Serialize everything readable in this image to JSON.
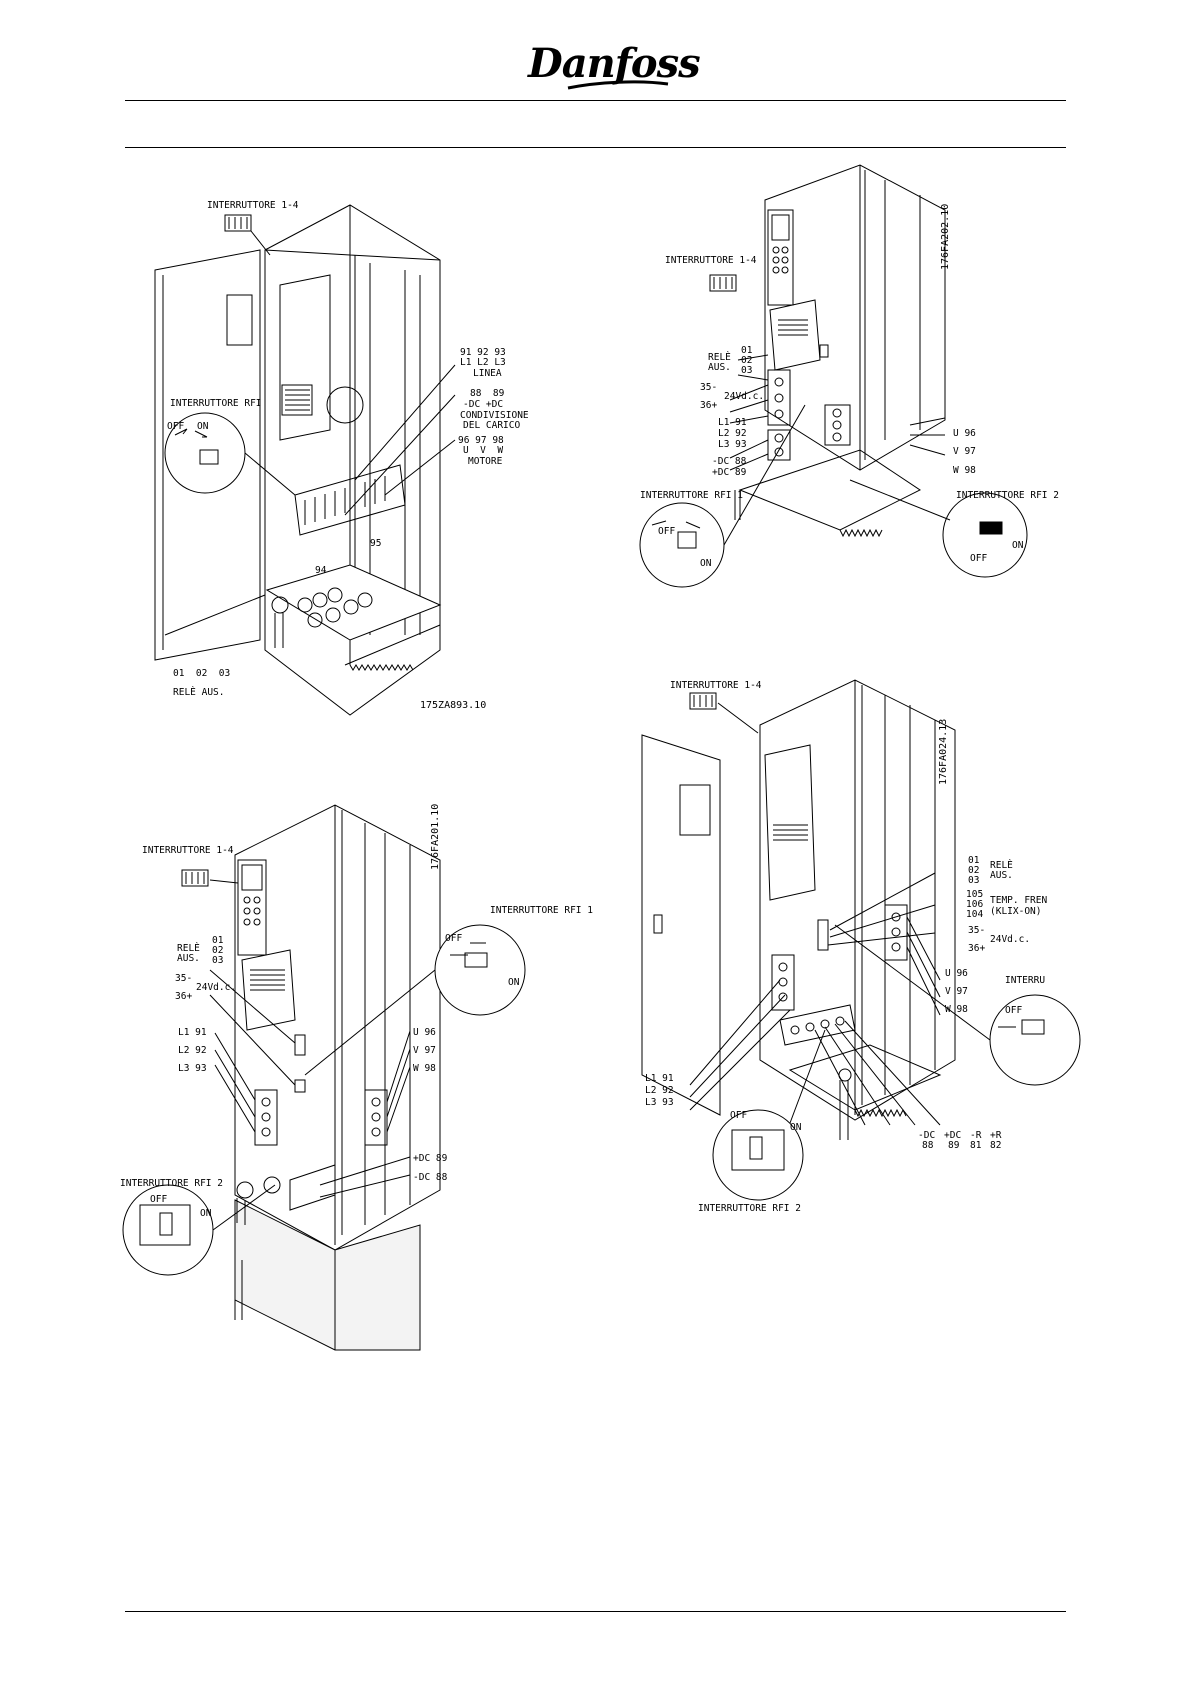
{
  "header": {
    "brand": "Danfoss"
  },
  "figures": {
    "top_left": {
      "code": "175ZA893.10",
      "labels": {
        "dip": "INTERRUTTORE 1-4",
        "rfi": "INTERRUTTORE RFI",
        "off": "OFF",
        "on": "ON",
        "line_nums": "91 92 93",
        "line_phases": "L1 L2 L3",
        "line_word": "LINEA",
        "dc_nums": "88  89",
        "dc_signs": "-DC +DC",
        "load1": "CONDIVISIONE",
        "load2": "DEL CARICO",
        "motor_nums": "96 97 98",
        "motor_uvw": "U  V  W",
        "motor_word": "MOTORE",
        "earth94": "94",
        "earth95": "95",
        "relay_nums": "01  02  03",
        "relay_word": "RELÈ AUS."
      }
    },
    "top_right": {
      "code": "176FA202.10",
      "labels": {
        "dip": "INTERRUTTORE 1-4",
        "rele": "RELÈ",
        "aus": "AUS.",
        "r01": "01",
        "r02": "02",
        "r03": "03",
        "t35": "35-",
        "t36": "36+",
        "v24": "24Vd.c.",
        "l1": "L1 91",
        "l2": "L2 92",
        "l3": "L3 93",
        "dcm": "-DC 88",
        "dcp": "+DC 89",
        "u": "U 96",
        "v": "V 97",
        "w": "W 98",
        "rfi1": "INTERRUTTORE RFI 1",
        "rfi2": "INTERRUTTORE RFI 2",
        "off": "OFF",
        "on": "ON"
      }
    },
    "bottom_left": {
      "code": "176FA201.10",
      "labels": {
        "dip": "INTERRUTTORE 1-4",
        "rele": "RELÈ",
        "aus": "AUS.",
        "r01": "01",
        "r02": "02",
        "r03": "03",
        "t35": "35-",
        "t36": "36+",
        "v24": "24Vd.c.",
        "l1": "L1 91",
        "l2": "L2 92",
        "l3": "L3 93",
        "u": "U 96",
        "v": "V 97",
        "w": "W 98",
        "dcp": "+DC 89",
        "dcm": "-DC 88",
        "rfi1": "INTERRUTTORE RFI 1",
        "rfi2": "INTERRUTTORE RFI 2",
        "off": "OFF",
        "on": "ON"
      }
    },
    "bottom_right": {
      "code": "176FA024.13",
      "labels": {
        "dip": "INTERRUTTORE 1-4",
        "r01": "01",
        "r02": "02",
        "r03": "03",
        "rele": "RELÈ",
        "aus": "AUS.",
        "t105": "105",
        "t106": "106",
        "t104": "104",
        "temp": "TEMP. FREN",
        "klix": "(KLIX-ON)",
        "t35": "35-",
        "t36": "36+",
        "v24": "24Vd.c.",
        "u": "U 96",
        "v": "V 97",
        "w": "W 98",
        "rfi_cut": "INTERRU",
        "off": "OFF",
        "on": "ON",
        "l1": "L1 91",
        "l2": "L2 92",
        "l3": "L3 93",
        "dcm": "-DC",
        "dcm_n": "88",
        "dcp": "+DC",
        "dcp_n": "89",
        "rm": "-R",
        "rm_n": "81",
        "rp": "+R",
        "rp_n": "82",
        "rfi2": "INTERRUTTORE RFI 2"
      }
    }
  }
}
